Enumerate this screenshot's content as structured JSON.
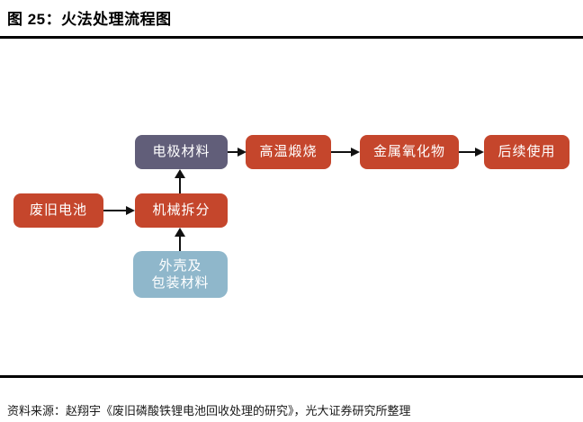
{
  "page": {
    "title": "图 25：火法处理流程图",
    "source_note": "资料来源：赵翔宇《废旧磷酸铁锂电池回收处理的研究》，光大证券研究所整理"
  },
  "colors": {
    "node_red": "#C5462C",
    "node_slate": "#615E79",
    "node_blue": "#8FB7CB",
    "node_text": "#FFFFFF",
    "arrow": "#111111",
    "rule": "#000000"
  },
  "flowchart": {
    "nodes": {
      "waste_battery": {
        "label": "废旧电池",
        "color": "#C5462C"
      },
      "mechanical_split": {
        "label": "机械拆分",
        "color": "#C5462C"
      },
      "electrode_material": {
        "label": "电极材料",
        "color": "#615E79"
      },
      "shell_packaging": {
        "line1": "外壳及",
        "line2": "包装材料",
        "color": "#8FB7CB"
      },
      "high_temp_calcination": {
        "label": "高温煅烧",
        "color": "#C5462C"
      },
      "metal_oxide": {
        "label": "金属氧化物",
        "color": "#C5462C"
      },
      "subsequent_use": {
        "label": "后续使用",
        "color": "#C5462C"
      }
    },
    "edges": [
      {
        "from": "废旧电池",
        "to": "机械拆分",
        "direction": "right"
      },
      {
        "from": "机械拆分",
        "to": "电极材料",
        "direction": "up"
      },
      {
        "from": "外壳及包装材料",
        "to": "机械拆分",
        "direction": "up"
      },
      {
        "from": "电极材料",
        "to": "高温煅烧",
        "direction": "right"
      },
      {
        "from": "高温煅烧",
        "to": "金属氧化物",
        "direction": "right"
      },
      {
        "from": "金属氧化物",
        "to": "后续使用",
        "direction": "right"
      }
    ]
  }
}
